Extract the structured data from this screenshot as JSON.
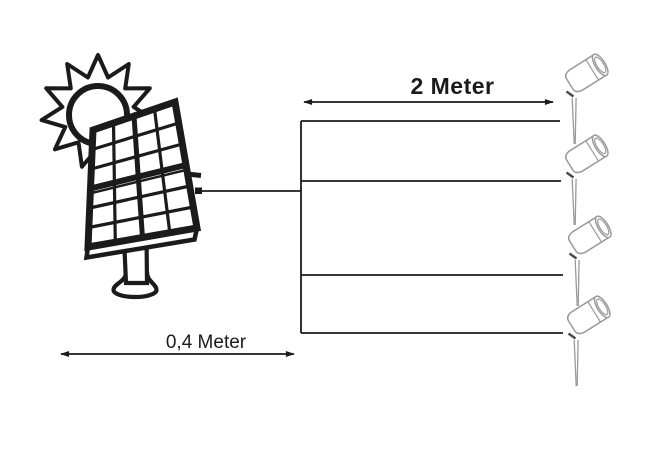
{
  "canvas": {
    "background": "#ffffff"
  },
  "annotations": {
    "top_distance_label": "2 Meter",
    "bottom_distance_label": "0,4 Meter"
  },
  "components": {
    "left_icon": "sun-and-solar-panel-icon",
    "right_icon": "garden-spotlight-icon",
    "spotlight_count": 4,
    "wire_count": 4
  },
  "colors": {
    "line": "#1b1b1b",
    "spotlight_outline": "#9a9a9a",
    "spotlight_clip": "#4a4a4a"
  }
}
